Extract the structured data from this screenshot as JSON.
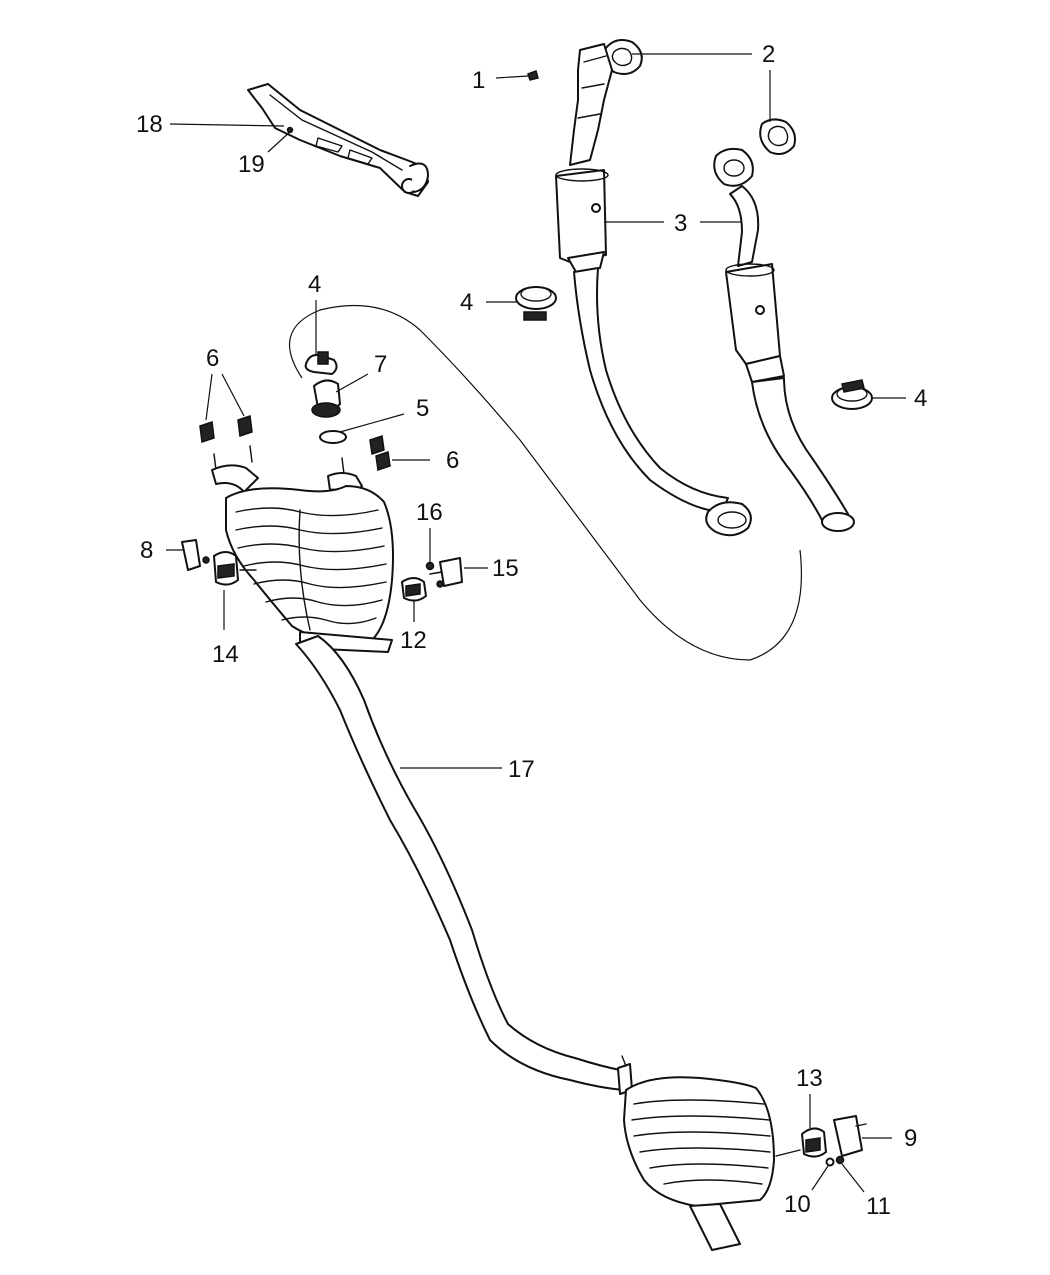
{
  "diagram": {
    "callouts": [
      {
        "id": "c1",
        "label": "1"
      },
      {
        "id": "c2",
        "label": "2"
      },
      {
        "id": "c3",
        "label": "3"
      },
      {
        "id": "c4a",
        "label": "4"
      },
      {
        "id": "c4b",
        "label": "4"
      },
      {
        "id": "c4c",
        "label": "4"
      },
      {
        "id": "c5",
        "label": "5"
      },
      {
        "id": "c6a",
        "label": "6"
      },
      {
        "id": "c6b",
        "label": "6"
      },
      {
        "id": "c7",
        "label": "7"
      },
      {
        "id": "c8",
        "label": "8"
      },
      {
        "id": "c9",
        "label": "9"
      },
      {
        "id": "c10",
        "label": "10"
      },
      {
        "id": "c11",
        "label": "11"
      },
      {
        "id": "c12",
        "label": "12"
      },
      {
        "id": "c13",
        "label": "13"
      },
      {
        "id": "c14",
        "label": "14"
      },
      {
        "id": "c15",
        "label": "15"
      },
      {
        "id": "c16",
        "label": "16"
      },
      {
        "id": "c17",
        "label": "17"
      },
      {
        "id": "c18",
        "label": "18"
      },
      {
        "id": "c19",
        "label": "19"
      }
    ]
  }
}
